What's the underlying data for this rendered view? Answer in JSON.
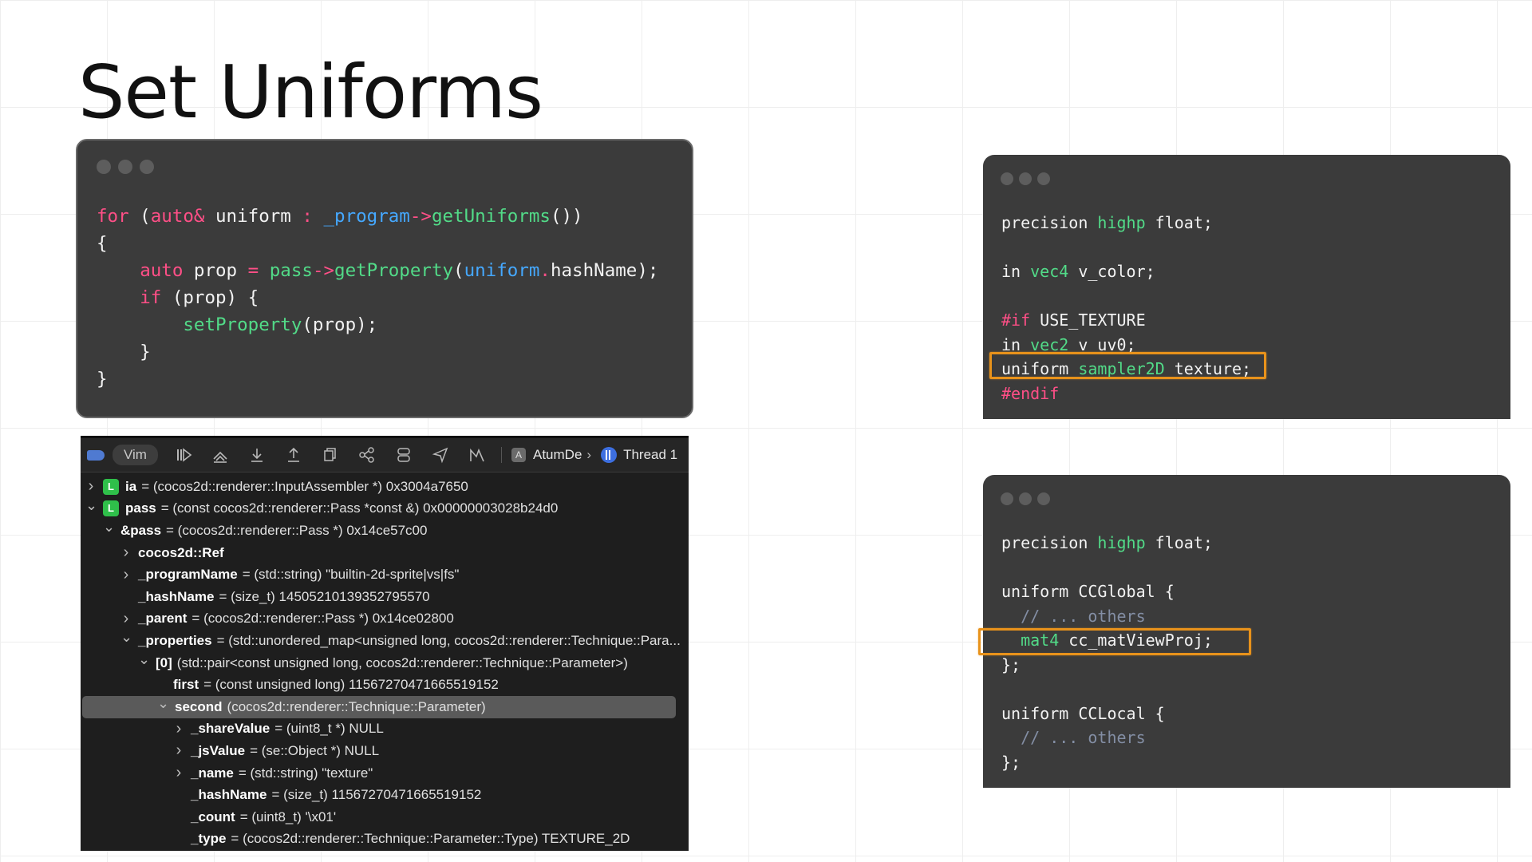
{
  "title": "Set Uniforms",
  "main_code": [
    [
      [
        "kw",
        "for"
      ],
      [
        "t",
        " ("
      ],
      [
        "kw",
        "auto&"
      ],
      [
        "t",
        " uniform "
      ],
      [
        "kw",
        ":"
      ],
      [
        "t",
        " "
      ],
      [
        "var",
        "_program"
      ],
      [
        "kw",
        "->"
      ],
      [
        "fn",
        "getUniforms"
      ],
      [
        "t",
        "())"
      ]
    ],
    [
      [
        "t",
        "{"
      ]
    ],
    [
      [
        "t",
        "    "
      ],
      [
        "kw",
        "auto"
      ],
      [
        "t",
        " prop "
      ],
      [
        "kw",
        "="
      ],
      [
        "t",
        " "
      ],
      [
        "fn",
        "pass"
      ],
      [
        "kw",
        "->"
      ],
      [
        "fn",
        "getProperty"
      ],
      [
        "t",
        "("
      ],
      [
        "var",
        "uniform"
      ],
      [
        "kw",
        "."
      ],
      [
        "t",
        "hashName);"
      ]
    ],
    [
      [
        "t",
        "    "
      ],
      [
        "kw",
        "if"
      ],
      [
        "t",
        " (prop) {"
      ]
    ],
    [
      [
        "t",
        "        "
      ],
      [
        "fn",
        "setProperty"
      ],
      [
        "t",
        "(prop);"
      ]
    ],
    [
      [
        "t",
        "    }"
      ]
    ],
    [
      [
        "t",
        "}"
      ]
    ]
  ],
  "shader1_code": [
    [
      [
        "t",
        "precision "
      ],
      [
        "ty",
        "highp"
      ],
      [
        "t",
        " float;"
      ]
    ],
    [
      [
        "t",
        ""
      ]
    ],
    [
      [
        "t",
        "in "
      ],
      [
        "ty",
        "vec4"
      ],
      [
        "t",
        " v_color;"
      ]
    ],
    [
      [
        "t",
        ""
      ]
    ],
    [
      [
        "kw",
        "#if"
      ],
      [
        "t",
        " USE_TEXTURE"
      ]
    ],
    [
      [
        "t",
        "in "
      ],
      [
        "ty",
        "vec2"
      ],
      [
        "t",
        " v_uv0;"
      ]
    ],
    [
      [
        "t",
        "uniform "
      ],
      [
        "ty",
        "sampler2D"
      ],
      [
        "t",
        " texture;"
      ]
    ],
    [
      [
        "kw",
        "#endif"
      ]
    ]
  ],
  "shader2_code": [
    [
      [
        "t",
        "precision "
      ],
      [
        "ty",
        "highp"
      ],
      [
        "t",
        " float;"
      ]
    ],
    [
      [
        "t",
        ""
      ]
    ],
    [
      [
        "t",
        "uniform CCGlobal {"
      ]
    ],
    [
      [
        "cm",
        "  // ... others"
      ]
    ],
    [
      [
        "t",
        "  "
      ],
      [
        "ty",
        "mat4"
      ],
      [
        "t",
        " cc_matViewProj;"
      ]
    ],
    [
      [
        "t",
        "};"
      ]
    ],
    [
      [
        "t",
        ""
      ]
    ],
    [
      [
        "t",
        "uniform CCLocal {"
      ]
    ],
    [
      [
        "cm",
        "  // ... others"
      ]
    ],
    [
      [
        "t",
        "};"
      ]
    ]
  ],
  "debugger": {
    "toolbar": {
      "vim_label": "Vim",
      "target_label": "AtumDe",
      "thread_label": "Thread 1",
      "icons": [
        "breakpoint-icon",
        "continue-icon",
        "step-over-icon",
        "step-into-icon",
        "step-out-icon",
        "view-hierarchy-icon",
        "memory-graph-icon",
        "environment-icon",
        "location-icon",
        "frames-icon"
      ]
    },
    "rows": [
      {
        "indent": 0,
        "chevron": "right",
        "badge": "L",
        "name": "ia",
        "rest": "= (cocos2d::renderer::InputAssembler *) 0x3004a7650"
      },
      {
        "indent": 0,
        "chevron": "down",
        "badge": "L",
        "name": "pass",
        "rest": "= (const cocos2d::renderer::Pass *const &) 0x00000003028b24d0"
      },
      {
        "indent": 1,
        "chevron": "down",
        "badge": "",
        "name": "&pass",
        "rest": "= (cocos2d::renderer::Pass *) 0x14ce57c00"
      },
      {
        "indent": 2,
        "chevron": "right",
        "badge": "",
        "name": "cocos2d::Ref",
        "rest": ""
      },
      {
        "indent": 2,
        "chevron": "right",
        "badge": "",
        "name": "_programName",
        "rest": "= (std::string) \"builtin-2d-sprite|vs|fs\""
      },
      {
        "indent": 2,
        "chevron": "",
        "badge": "",
        "name": "_hashName",
        "rest": "= (size_t) 14505210139352795570"
      },
      {
        "indent": 2,
        "chevron": "right",
        "badge": "",
        "name": "_parent",
        "rest": "= (cocos2d::renderer::Pass *) 0x14ce02800"
      },
      {
        "indent": 2,
        "chevron": "down",
        "badge": "",
        "name": "_properties",
        "rest": "= (std::unordered_map<unsigned long, cocos2d::renderer::Technique::Para..."
      },
      {
        "indent": 3,
        "chevron": "down",
        "badge": "",
        "name": "[0]",
        "rest": "(std::pair<const unsigned long, cocos2d::renderer::Technique::Parameter>)"
      },
      {
        "indent": 4,
        "chevron": "",
        "badge": "",
        "name": "first",
        "rest": "= (const unsigned long) 11567270471665519152"
      },
      {
        "indent": 4,
        "chevron": "down",
        "badge": "",
        "name": "second",
        "rest": "(cocos2d::renderer::Technique::Parameter)",
        "selected": true
      },
      {
        "indent": 5,
        "chevron": "right",
        "badge": "",
        "name": "_shareValue",
        "rest": "= (uint8_t *) NULL"
      },
      {
        "indent": 5,
        "chevron": "right",
        "badge": "",
        "name": "_jsValue",
        "rest": "= (se::Object *) NULL"
      },
      {
        "indent": 5,
        "chevron": "right",
        "badge": "",
        "name": "_name",
        "rest": "= (std::string) \"texture\""
      },
      {
        "indent": 5,
        "chevron": "",
        "badge": "",
        "name": "_hashName",
        "rest": "= (size_t) 11567270471665519152"
      },
      {
        "indent": 5,
        "chevron": "",
        "badge": "",
        "name": "_count",
        "rest": "= (uint8_t) '\\x01'"
      },
      {
        "indent": 5,
        "chevron": "",
        "badge": "",
        "name": "_type",
        "rest": "= (cocos2d::renderer::Technique::Parameter::Type) TEXTURE_2D"
      }
    ]
  }
}
